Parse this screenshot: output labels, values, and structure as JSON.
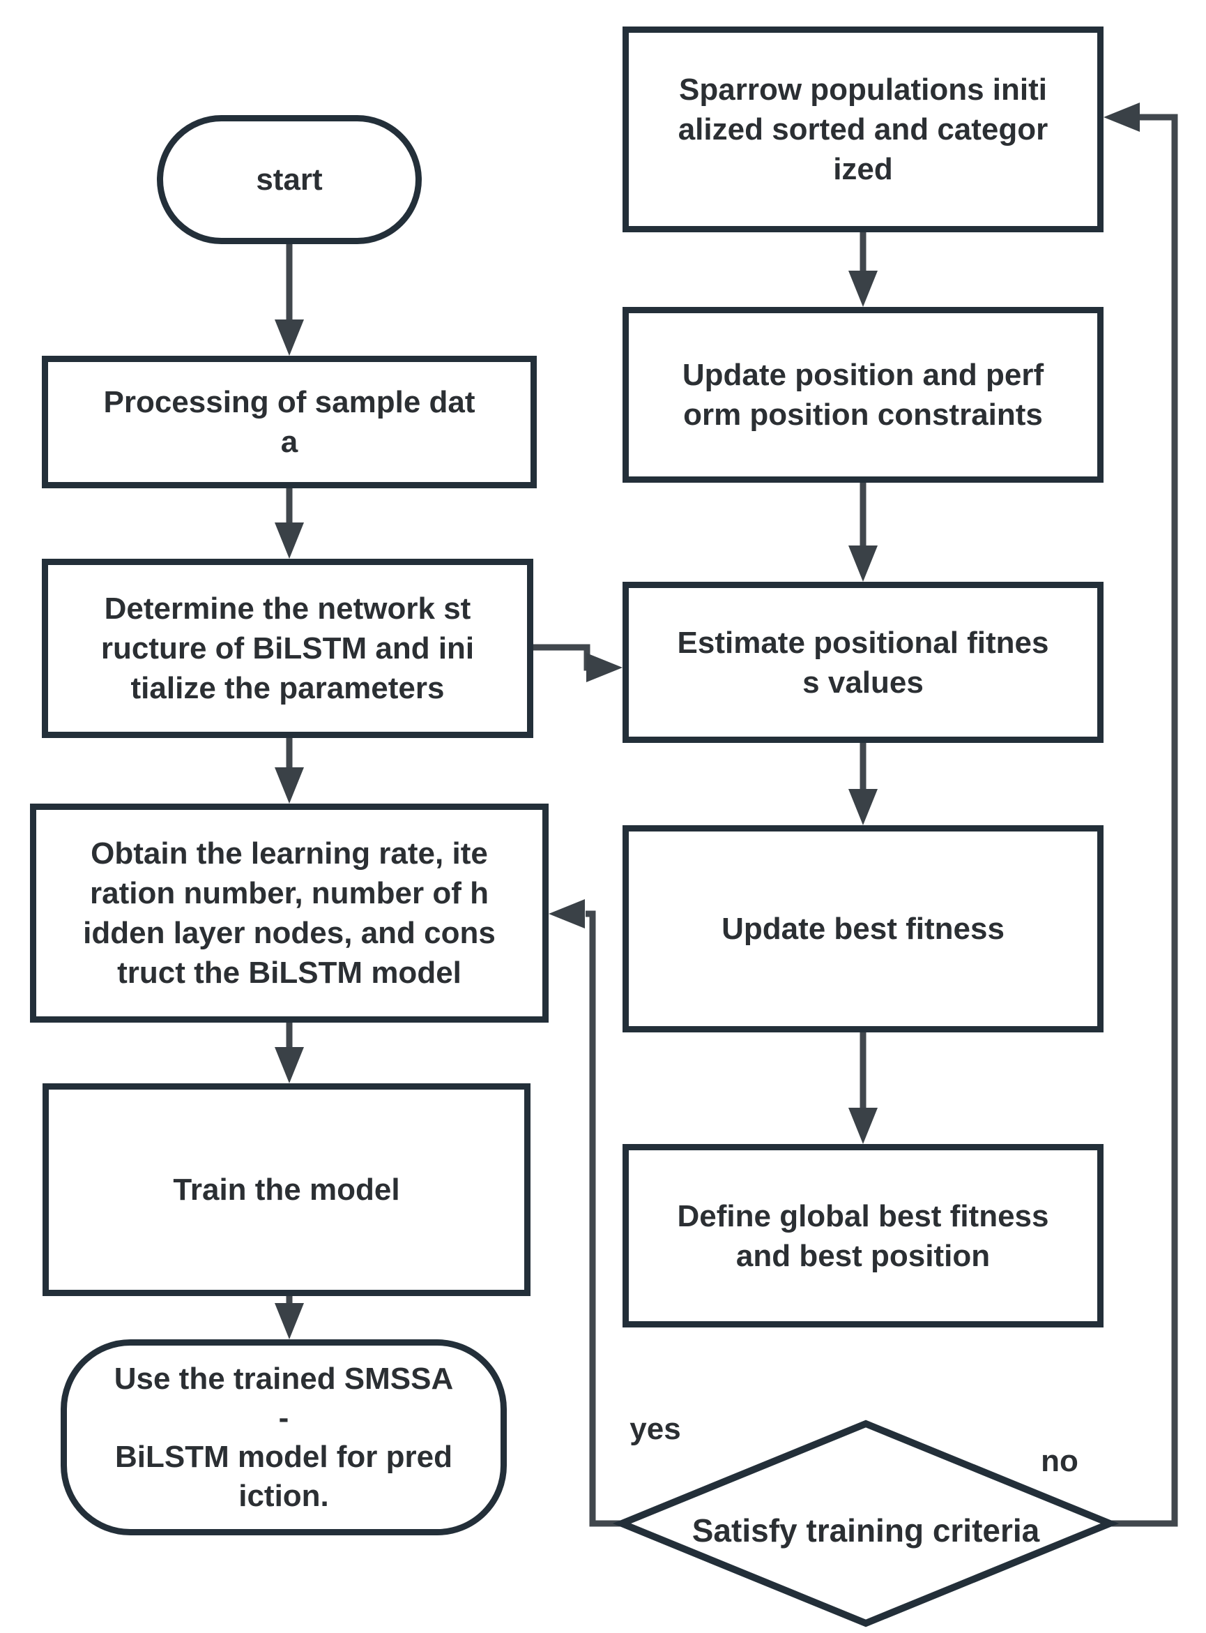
{
  "figure": "SMSSA-BiLSTM algorithm flowchart",
  "colors": {
    "background": "#ffffff",
    "shape_border": "#232f39",
    "connector": "#41474d",
    "text": "#2b2f33"
  },
  "nodes": {
    "start": {
      "lines": [
        "start"
      ]
    },
    "processing": {
      "lines": [
        "Processing of sample dat",
        "a"
      ]
    },
    "determine": {
      "lines": [
        "Determine the network st",
        "ructure of BiLSTM and ini",
        "tialize the parameters"
      ]
    },
    "obtain": {
      "lines": [
        "Obtain the learning rate, ite",
        "ration number, number of h",
        "idden layer nodes, and cons",
        "truct the BiLSTM model"
      ]
    },
    "train": {
      "lines": [
        "Train the model"
      ]
    },
    "use_model": {
      "lines": [
        "Use the trained SMSSA",
        "-",
        "BiLSTM model for pred",
        "iction."
      ]
    },
    "sparrow": {
      "lines": [
        "Sparrow populations initi",
        "alized sorted and categor",
        "ized"
      ]
    },
    "update_position": {
      "lines": [
        "Update position and perf",
        "orm position constraints"
      ]
    },
    "estimate": {
      "lines": [
        "Estimate positional fitnes",
        "s values"
      ]
    },
    "update_best": {
      "lines": [
        "Update best fitness"
      ]
    },
    "define_global": {
      "lines": [
        "Define global best fitness",
        "and best position"
      ]
    },
    "decision": {
      "lines": [
        "Satisfy training criteria"
      ]
    }
  },
  "edge_labels": {
    "yes": "yes",
    "no": "no"
  }
}
